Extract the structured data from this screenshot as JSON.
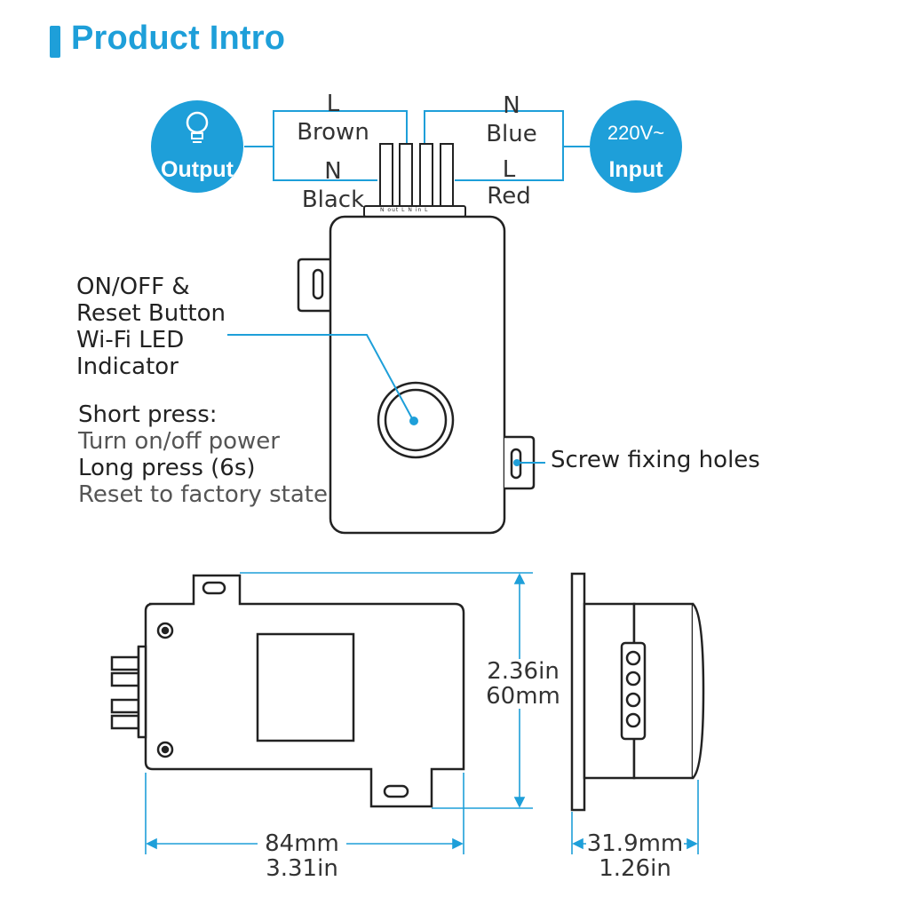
{
  "header": {
    "title": "Product Intro"
  },
  "wiring": {
    "output_label": "Output",
    "input_voltage": "220V~",
    "input_label": "Input",
    "brown_letter": "L",
    "brown_name": "Brown",
    "black_letter": "N",
    "black_name": "Black",
    "blue_letter": "N",
    "blue_name": "Blue",
    "red_letter": "L",
    "red_name": "Red",
    "terminal_marks": "N out L    N in L"
  },
  "button_callout": {
    "line1": "ON/OFF &",
    "line2": "Reset Button",
    "line3": "Wi-Fi LED",
    "line4": "Indicator"
  },
  "press_info": {
    "short_title": "Short press:",
    "short_desc": "Turn on/off power",
    "long_title": "Long press (6s)",
    "long_desc": "Reset to factory state"
  },
  "screw_label": "Screw fixing holes",
  "dimensions": {
    "height_in": "2.36in",
    "height_mm": "60mm",
    "width_mm": "84mm",
    "width_in": "3.31in",
    "depth_mm": "31.9mm",
    "depth_in": "1.26in"
  },
  "colors": {
    "accent": "#1e9fd9",
    "outline": "#222222"
  }
}
